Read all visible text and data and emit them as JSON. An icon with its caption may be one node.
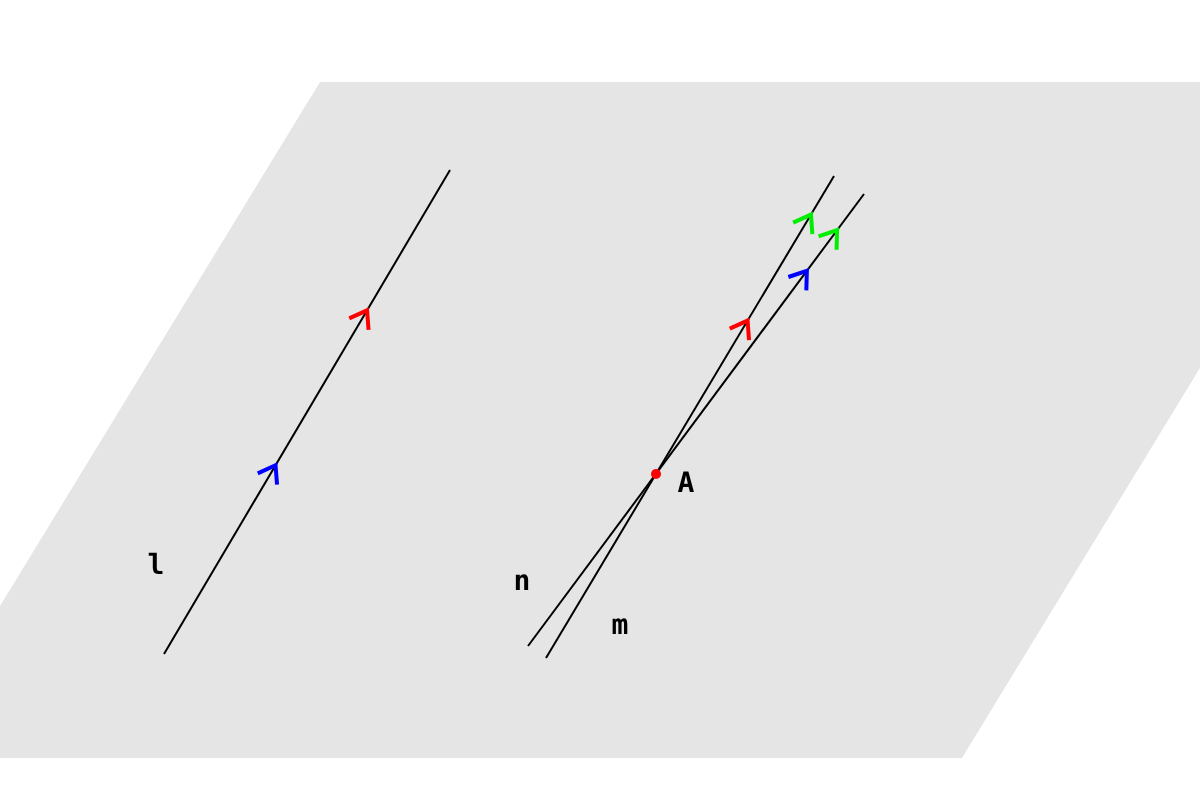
{
  "diagram": {
    "labels": [
      "A",
      "l",
      "n",
      "m"
    ]
  }
}
